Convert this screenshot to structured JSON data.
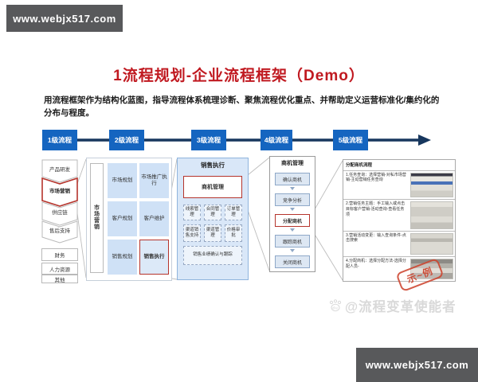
{
  "banner": {
    "top_left": "www.webjx517.com",
    "bottom_right": "www.webjx517.com"
  },
  "title": "1流程规划-企业流程框架（Demo）",
  "intro": "用流程框架作为结构化蓝图，指导流程体系梳理诊断、聚焦流程优化重点、并帮助定义运营标准化/集约化的分布与程度。",
  "levels": [
    "1级流程",
    "2级流程",
    "3级流程",
    "4级流程",
    "5级流程"
  ],
  "col1": {
    "chevrons": [
      "产品研发",
      "市场营销",
      "供应链",
      "售后支持"
    ],
    "boxes": [
      "财务",
      "人力资源",
      "其他"
    ]
  },
  "col2": {
    "side_label": "市场营销",
    "cells": [
      "市场规划",
      "市场推广执行",
      "客户规划",
      "客户维护",
      "销售规划",
      "销售执行"
    ]
  },
  "col3": {
    "title": "销售执行",
    "highlight": "商机管理",
    "cells": [
      "线索管理",
      "合同管理",
      "订单管理",
      "渠道销售支持",
      "渠道管理",
      "价格审批"
    ],
    "wide": "销售业绩确认与跟踪"
  },
  "col4": {
    "title": "商机管理",
    "steps": [
      "确认商机",
      "竞争分析",
      "分配商机",
      "跟踪商机",
      "关闭商机"
    ]
  },
  "col5": {
    "title": "分配商机流程",
    "rows": [
      "1.任务查询：选择营销-对私市场营销-主动营销任务查询",
      "2.营销任务主题：手工输入或点击目标客户营销-活动查询-查看任务项",
      "3.营销活动变更：输入查询条件-点击搜索",
      "4.分配商机：选择分配方法-选择分配人员-"
    ]
  },
  "stamp": "示~例",
  "watermark": "@流程变革使能者",
  "colors": {
    "title_red": "#c01920",
    "accent_red": "#b5342c",
    "level_blue": "#1565c0",
    "arrow_navy": "#17375e",
    "cell_blue": "#cfe1f6",
    "banner_gray": "#58595b"
  }
}
